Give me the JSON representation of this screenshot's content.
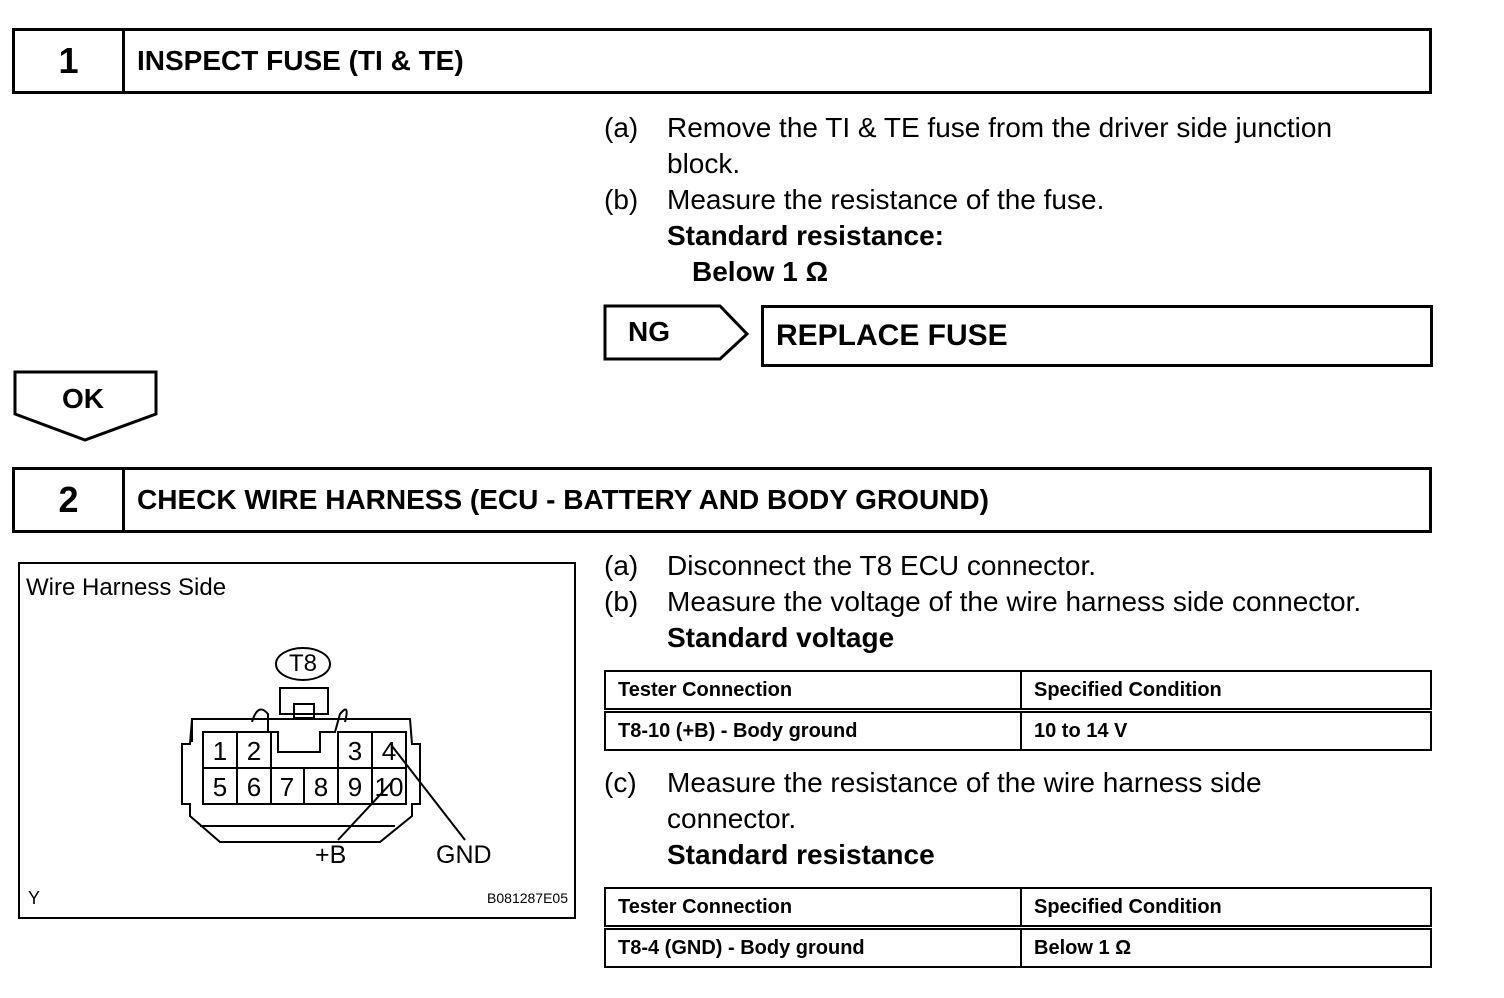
{
  "step1": {
    "number": "1",
    "title": "INSPECT FUSE (TI & TE)",
    "items": [
      {
        "label": "(a)",
        "lines": [
          "Remove the TI & TE fuse from the driver side junction",
          "block."
        ]
      },
      {
        "label": "(b)",
        "lines": [
          "Measure the resistance of the fuse."
        ]
      }
    ],
    "standard_label": "Standard resistance:",
    "standard_value": "Below 1 Ω",
    "ng_label": "NG",
    "ng_action": "REPLACE FUSE",
    "ok_label": "OK"
  },
  "step2": {
    "number": "2",
    "title": "CHECK WIRE HARNESS (ECU - BATTERY AND BODY GROUND)",
    "items_a": [
      {
        "label": "(a)",
        "text": "Disconnect the T8 ECU connector."
      },
      {
        "label": "(b)",
        "text": "Measure the voltage of the wire harness side connector."
      }
    ],
    "voltage_label": "Standard voltage",
    "voltage_table": {
      "headers": [
        "Tester Connection",
        "Specified Condition"
      ],
      "row": [
        "T8-10 (+B) - Body ground",
        "10 to 14 V"
      ]
    },
    "item_c": {
      "label": "(c)",
      "lines": [
        "Measure the resistance of the wire harness side",
        "connector."
      ]
    },
    "resistance_label": "Standard resistance",
    "resistance_table": {
      "headers": [
        "Tester Connection",
        "Specified Condition"
      ],
      "row": [
        "T8-4 (GND) - Body ground",
        "Below 1 Ω"
      ]
    }
  },
  "diagram": {
    "title": "Wire Harness Side",
    "connector": "T8",
    "pins_top": [
      "1",
      "2",
      "3",
      "4"
    ],
    "pins_bottom": [
      "5",
      "6",
      "7",
      "8",
      "9",
      "10"
    ],
    "label_b": "+B",
    "label_gnd": "GND",
    "corner_left": "Y",
    "corner_right": "B081287E05"
  }
}
